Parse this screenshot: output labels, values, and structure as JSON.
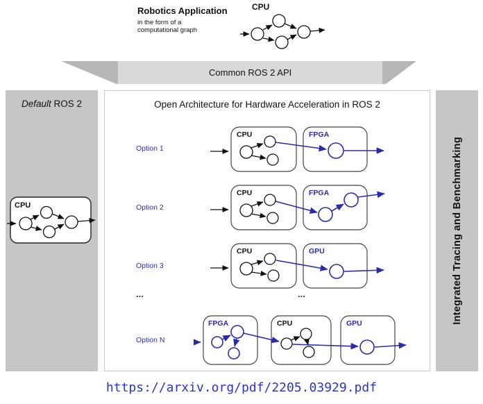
{
  "header": {
    "title": "Robotics Application",
    "subtitle": [
      "in the form of a",
      "computational graph"
    ],
    "cpu_label": "CPU"
  },
  "banner": {
    "label": "Common ROS 2 API"
  },
  "left_panel": {
    "title_em": "Default",
    "title_rest": " ROS 2",
    "cpu_label": "CPU"
  },
  "main_panel": {
    "title": "Open Architecture for Hardware Acceleration in ROS 2",
    "options": [
      {
        "label": "Option 1",
        "box1": "CPU",
        "box2": "FPGA"
      },
      {
        "label": "Option 2",
        "box1": "CPU",
        "box2": "FPGA"
      },
      {
        "label": "Option 3",
        "box1": "CPU",
        "box2": "GPU"
      },
      {
        "label": "...",
        "mid": "..."
      },
      {
        "label": "Option N",
        "box1": "FPGA",
        "box2": "CPU",
        "box3": "GPU"
      }
    ]
  },
  "right_panel": {
    "title": "Integrated Tracing and Benchmarking"
  },
  "footer": {
    "url": "https://arxiv.org/pdf/2205.03929.pdf"
  },
  "colors": {
    "accent_blue": "#2b2ba8",
    "panel_gray": "#c6c6c6"
  }
}
